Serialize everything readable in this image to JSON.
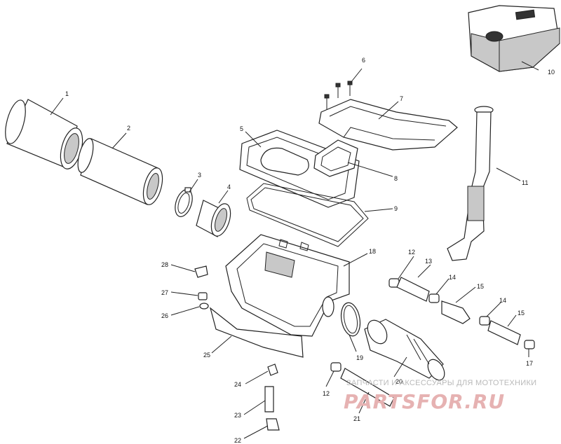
{
  "diagram": {
    "callouts": {
      "c1": "1",
      "c2": "2",
      "c3": "3",
      "c4": "4",
      "c5": "5",
      "c6": "6",
      "c7": "7",
      "c8": "8",
      "c9": "9",
      "c10": "10",
      "c11": "11",
      "c12a": "12",
      "c12b": "12",
      "c13": "13",
      "c14a": "14",
      "c14b": "14",
      "c15a": "15",
      "c15b": "15",
      "c17": "17",
      "c18": "18",
      "c19": "19",
      "c20": "20",
      "c21": "21",
      "c22": "22",
      "c23": "23",
      "c24": "24",
      "c25": "25",
      "c26": "26",
      "c27": "27",
      "c28": "28"
    }
  },
  "watermark": {
    "tagline": "ЗАПЧАСТИ И АКСЕССУАРЫ ДЛЯ МОТОТЕХНИКИ",
    "logo": "PARTSFOR.RU"
  }
}
